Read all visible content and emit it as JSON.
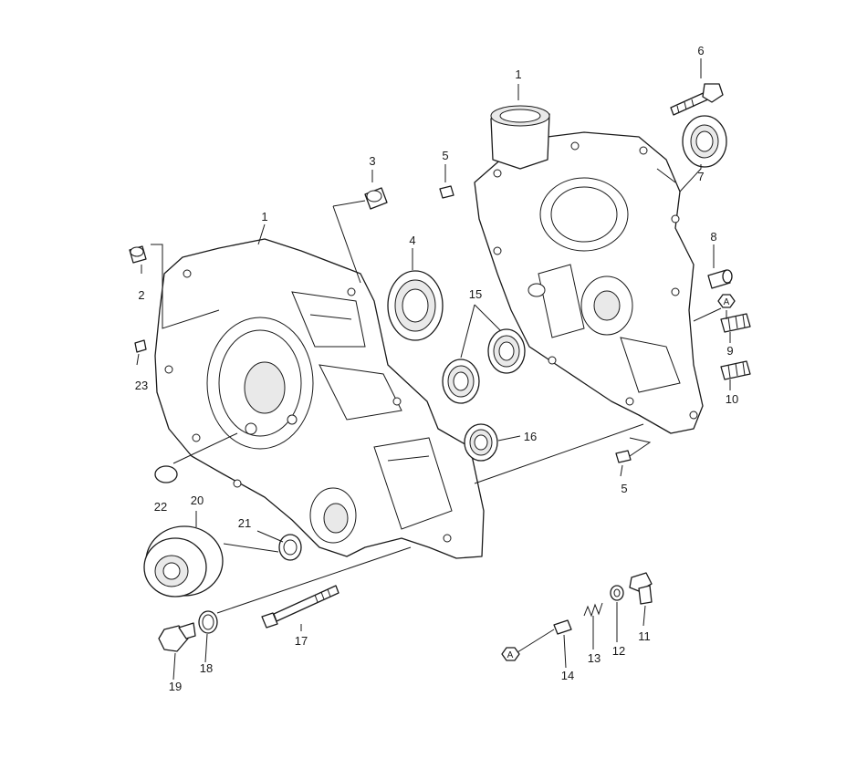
{
  "callouts": [
    {
      "id": "c1a",
      "label": "1"
    },
    {
      "id": "c1b",
      "label": "1"
    },
    {
      "id": "c2",
      "label": "2"
    },
    {
      "id": "c3",
      "label": "3"
    },
    {
      "id": "c4",
      "label": "4"
    },
    {
      "id": "c5a",
      "label": "5"
    },
    {
      "id": "c5b",
      "label": "5"
    },
    {
      "id": "c6",
      "label": "6"
    },
    {
      "id": "c7",
      "label": "7"
    },
    {
      "id": "c8",
      "label": "8"
    },
    {
      "id": "c9",
      "label": "9"
    },
    {
      "id": "c10",
      "label": "10"
    },
    {
      "id": "c11",
      "label": "11"
    },
    {
      "id": "c12",
      "label": "12"
    },
    {
      "id": "c13",
      "label": "13"
    },
    {
      "id": "c14",
      "label": "14"
    },
    {
      "id": "c15",
      "label": "15"
    },
    {
      "id": "c16",
      "label": "16"
    },
    {
      "id": "c17",
      "label": "17"
    },
    {
      "id": "c18",
      "label": "18"
    },
    {
      "id": "c19",
      "label": "19"
    },
    {
      "id": "c20",
      "label": "20"
    },
    {
      "id": "c21",
      "label": "21"
    },
    {
      "id": "c22",
      "label": "22"
    },
    {
      "id": "c23",
      "label": "23"
    }
  ],
  "markers": [
    {
      "id": "mA1",
      "label": "A"
    },
    {
      "id": "mA2",
      "label": "A"
    }
  ]
}
